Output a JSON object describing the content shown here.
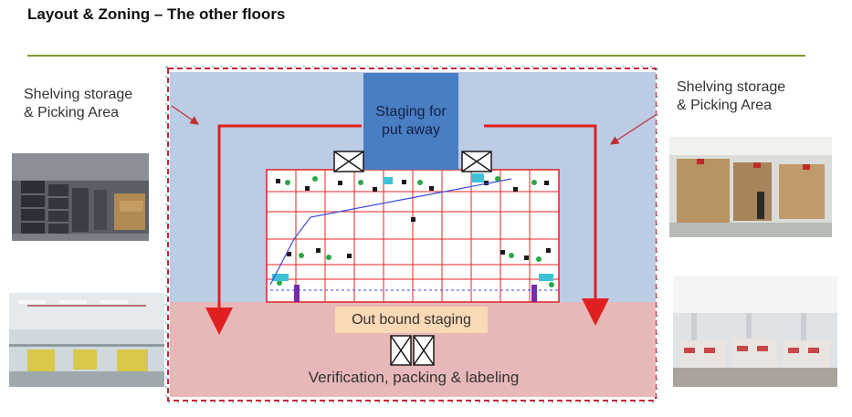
{
  "title": "Layout & Zoning – The other floors",
  "zones": {
    "left_storage": {
      "line1": "Shelving storage",
      "line2": "& Picking Area"
    },
    "right_storage": {
      "line1": "Shelving storage",
      "line2": "& Picking Area"
    },
    "staging": {
      "line1": "Staging for",
      "line2": "put away"
    },
    "outbound": "Out bound staging",
    "verification": "Verification, packing & labeling"
  },
  "colors": {
    "accent_rule": "#7a9a2e",
    "storage_zone": "#bccce5",
    "staging_box": "#4a7ec2",
    "packing_zone": "#e8b8b8",
    "outbound_box": "#fbd9b4",
    "flow_arrow": "#e02020"
  }
}
